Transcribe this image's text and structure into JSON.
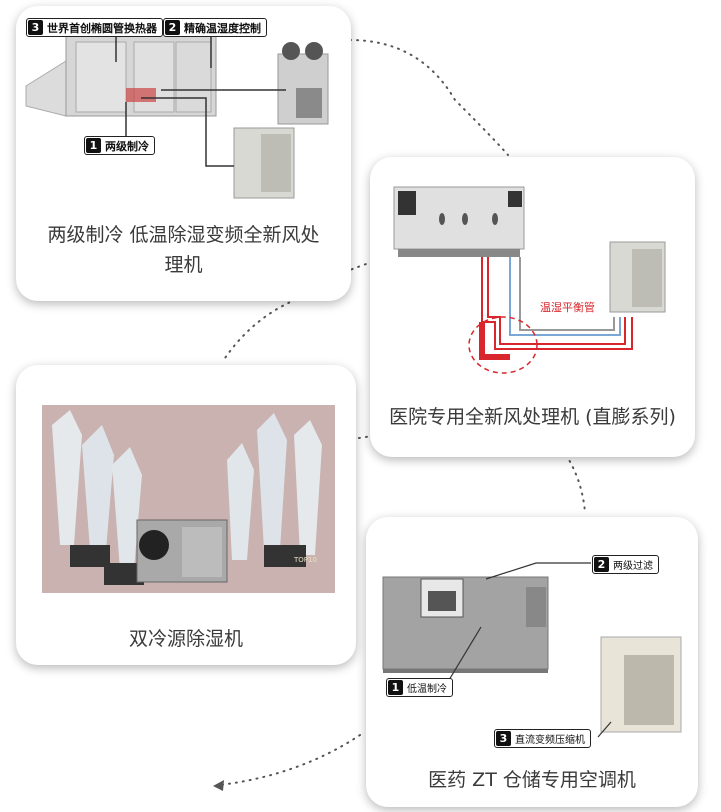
{
  "cards": {
    "card1": {
      "caption_line1": "两级制冷 低温除湿变频全新风处",
      "caption_line2": "理机",
      "tags": {
        "t3": {
          "num": "3",
          "label": "世界首创椭圆管换热器"
        },
        "t2": {
          "num": "2",
          "label": "精确温湿度控制"
        },
        "t1": {
          "num": "1",
          "label": "两级制冷"
        }
      }
    },
    "card2": {
      "caption": "医院专用全新风处理机 (直膨系列)",
      "pipe_label": "温湿平衡管"
    },
    "card3": {
      "caption": "双冷源除湿机",
      "trophy_text": "TOP10"
    },
    "card4": {
      "caption": "医药 ZT 仓储专用空调机",
      "tags": {
        "t2": {
          "num": "2",
          "label": "两级过滤"
        },
        "t1": {
          "num": "1",
          "label": "低温制冷"
        },
        "t3": {
          "num": "3",
          "label": "直流变频压缩机"
        }
      }
    }
  },
  "colors": {
    "card_bg": "#ffffff",
    "dot_line": "#555555",
    "pipe_red": "#d9262c",
    "pipe_blue": "#7aa7d6",
    "trophy_bg": "#c9b2b0",
    "machine_gray": "#9a9a9a"
  }
}
